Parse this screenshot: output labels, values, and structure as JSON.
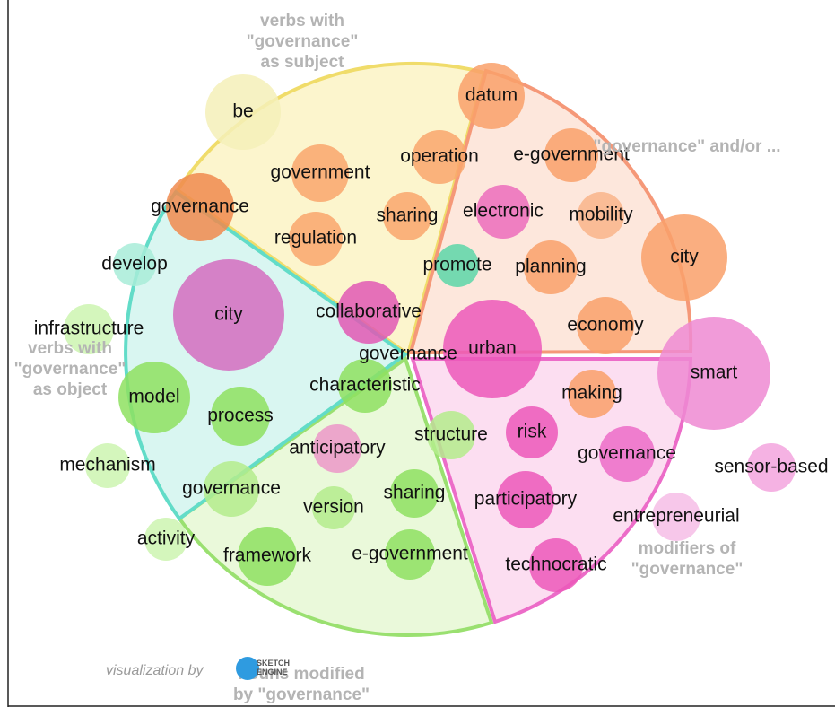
{
  "center": {
    "label": "governance"
  },
  "sectors": [
    {
      "title": [
        "verbs with",
        "\"governance\"",
        "as subject"
      ],
      "fill": "#fbf3c4",
      "stroke": "#f0dc6a",
      "words": [
        {
          "text": "be",
          "color": "#f5f0b8"
        },
        {
          "text": "government",
          "color": "#f9a66c"
        },
        {
          "text": "operation",
          "color": "#f9a66c"
        },
        {
          "text": "governance",
          "color": "#f08a4e"
        },
        {
          "text": "sharing",
          "color": "#f9a66c"
        },
        {
          "text": "regulation",
          "color": "#f9a66c"
        }
      ]
    },
    {
      "title": [
        "\"governance\" and/or ..."
      ],
      "fill": "#fde3d6",
      "stroke": "#f59878",
      "words": [
        {
          "text": "datum",
          "color": "#f9a06a"
        },
        {
          "text": "e-government",
          "color": "#f9a06a"
        },
        {
          "text": "electronic",
          "color": "#ec6cbc"
        },
        {
          "text": "mobility",
          "color": "#f9b48a"
        },
        {
          "text": "city",
          "color": "#f9a06a"
        },
        {
          "text": "promote",
          "color": "#5cd6a8"
        },
        {
          "text": "planning",
          "color": "#f9a06a"
        },
        {
          "text": "economy",
          "color": "#f9a06a"
        }
      ]
    },
    {
      "title": [
        "modifiers of",
        "\"governance\""
      ],
      "fill": "#fbd8ee",
      "stroke": "#ec6cc8",
      "words": [
        {
          "text": "urban",
          "color": "#ec58ba"
        },
        {
          "text": "smart",
          "color": "#ef8ad2"
        },
        {
          "text": "making",
          "color": "#f9a06a"
        },
        {
          "text": "risk",
          "color": "#ec58ba"
        },
        {
          "text": "governance",
          "color": "#ec6cc8"
        },
        {
          "text": "sensor-based",
          "color": "#f3a4de"
        },
        {
          "text": "participatory",
          "color": "#ec58ba"
        },
        {
          "text": "entrepreneurial",
          "color": "#f6bde6"
        },
        {
          "text": "technocratic",
          "color": "#ec58ba"
        }
      ]
    },
    {
      "title": [
        "nouns modified",
        "by \"governance\""
      ],
      "fill": "#e6f8d4",
      "stroke": "#9ae070",
      "words": [
        {
          "text": "characteristic",
          "color": "#8ee060"
        },
        {
          "text": "structure",
          "color": "#b4ec8c"
        },
        {
          "text": "anticipatory",
          "color": "#ec98c8"
        },
        {
          "text": "sharing",
          "color": "#8ee060"
        },
        {
          "text": "version",
          "color": "#b4ec8c"
        },
        {
          "text": "framework",
          "color": "#8ee060"
        },
        {
          "text": "e-government",
          "color": "#8ee060"
        },
        {
          "text": "governance",
          "color": "#b4ec8c"
        },
        {
          "text": "activity",
          "color": "#cdf4b0"
        }
      ]
    },
    {
      "title": [
        "verbs with",
        "\"governance\"",
        "as object"
      ],
      "fill": "#d2f4ee",
      "stroke": "#62dcc8",
      "words": [
        {
          "text": "develop",
          "color": "#a8ecd8"
        },
        {
          "text": "city",
          "color": "#d46cc0"
        },
        {
          "text": "collaborative",
          "color": "#e058b4"
        },
        {
          "text": "infrastructure",
          "color": "#cdf4b0"
        },
        {
          "text": "model",
          "color": "#8ee060"
        },
        {
          "text": "process",
          "color": "#8ee060"
        },
        {
          "text": "mechanism",
          "color": "#cdf4b0"
        }
      ]
    }
  ],
  "footer": {
    "credit": "visualization by",
    "logo_line1": "SKETCH",
    "logo_line2": "ENGINE",
    "logo_color": "#2f9be0"
  }
}
